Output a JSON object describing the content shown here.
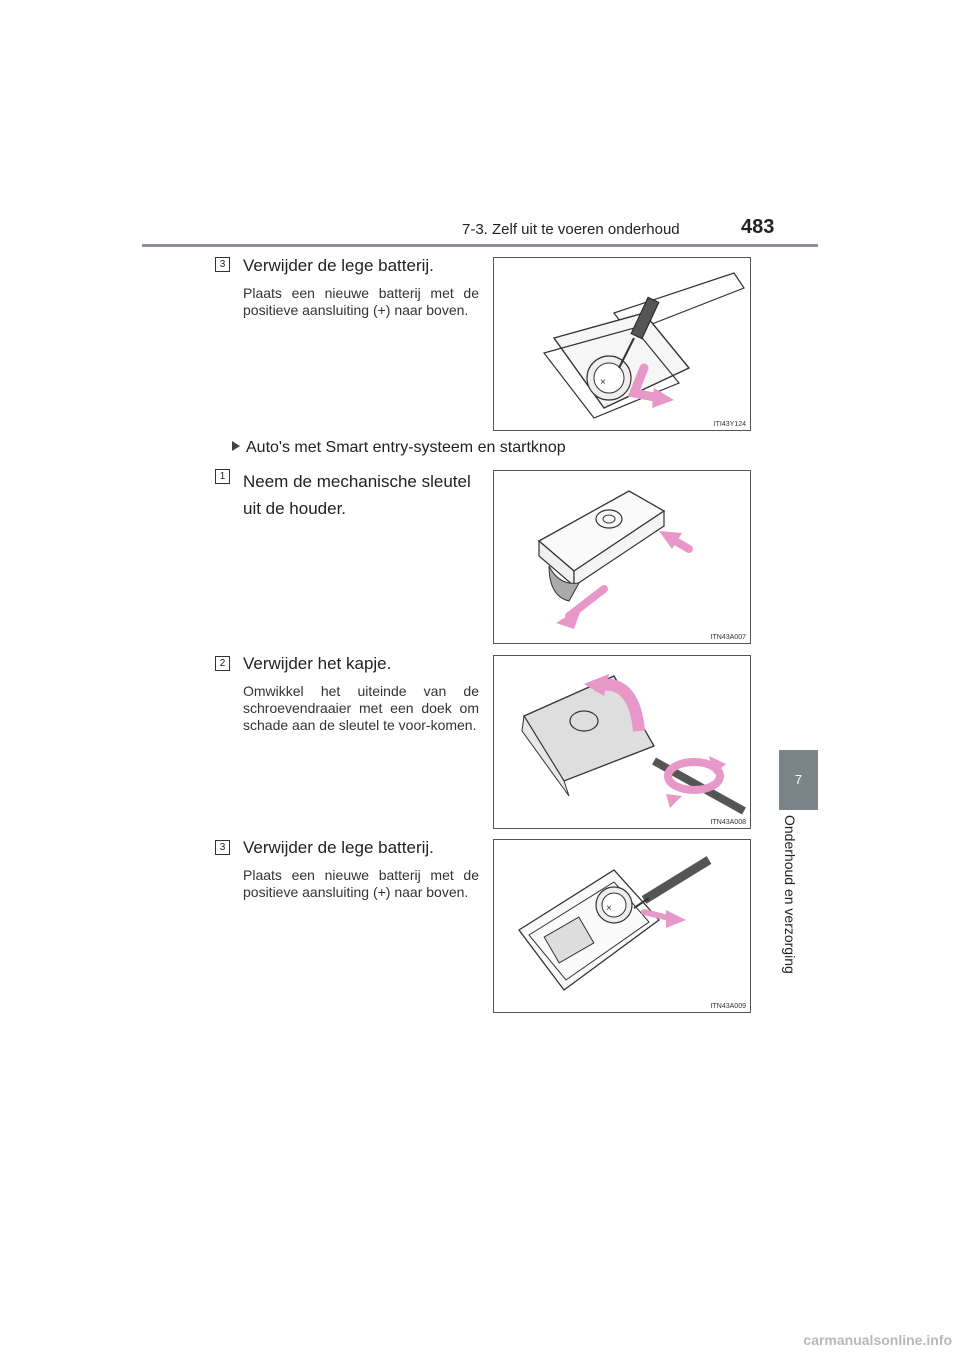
{
  "header": {
    "section": "7-3. Zelf uit te voeren onderhoud",
    "page_number": "483"
  },
  "side_tab": {
    "chapter_number": "7",
    "chapter_title": "Onderhoud en verzorging"
  },
  "step_a3": {
    "number": "3",
    "title": "Verwijder de lege batterij.",
    "note": "Plaats een nieuwe batterij met de positieve aansluiting (+) naar boven.",
    "figure_code": "ITI43Y124"
  },
  "subheading": "Auto's met Smart entry-systeem en startknop",
  "step_b1": {
    "number": "1",
    "title_line1": "Neem de mechanische sleutel",
    "title_line2": "uit de houder.",
    "figure_code": "ITN43A007"
  },
  "step_b2": {
    "number": "2",
    "title": "Verwijder het kapje.",
    "note": "Omwikkel het uiteinde van de schroevendraaier met een doek om schade aan de sleutel te voor-komen.",
    "figure_code": "ITN43A008"
  },
  "step_b3": {
    "number": "3",
    "title": "Verwijder de lege batterij.",
    "note": "Plaats een nieuwe batterij met de positieve aansluiting (+) naar boven.",
    "figure_code": "ITN43A009"
  },
  "footer": "carmanualsonline.info",
  "colors": {
    "arrow_pink": "#e897c9",
    "tab_gray": "#7b8488",
    "rule_gray": "#8a9296"
  }
}
